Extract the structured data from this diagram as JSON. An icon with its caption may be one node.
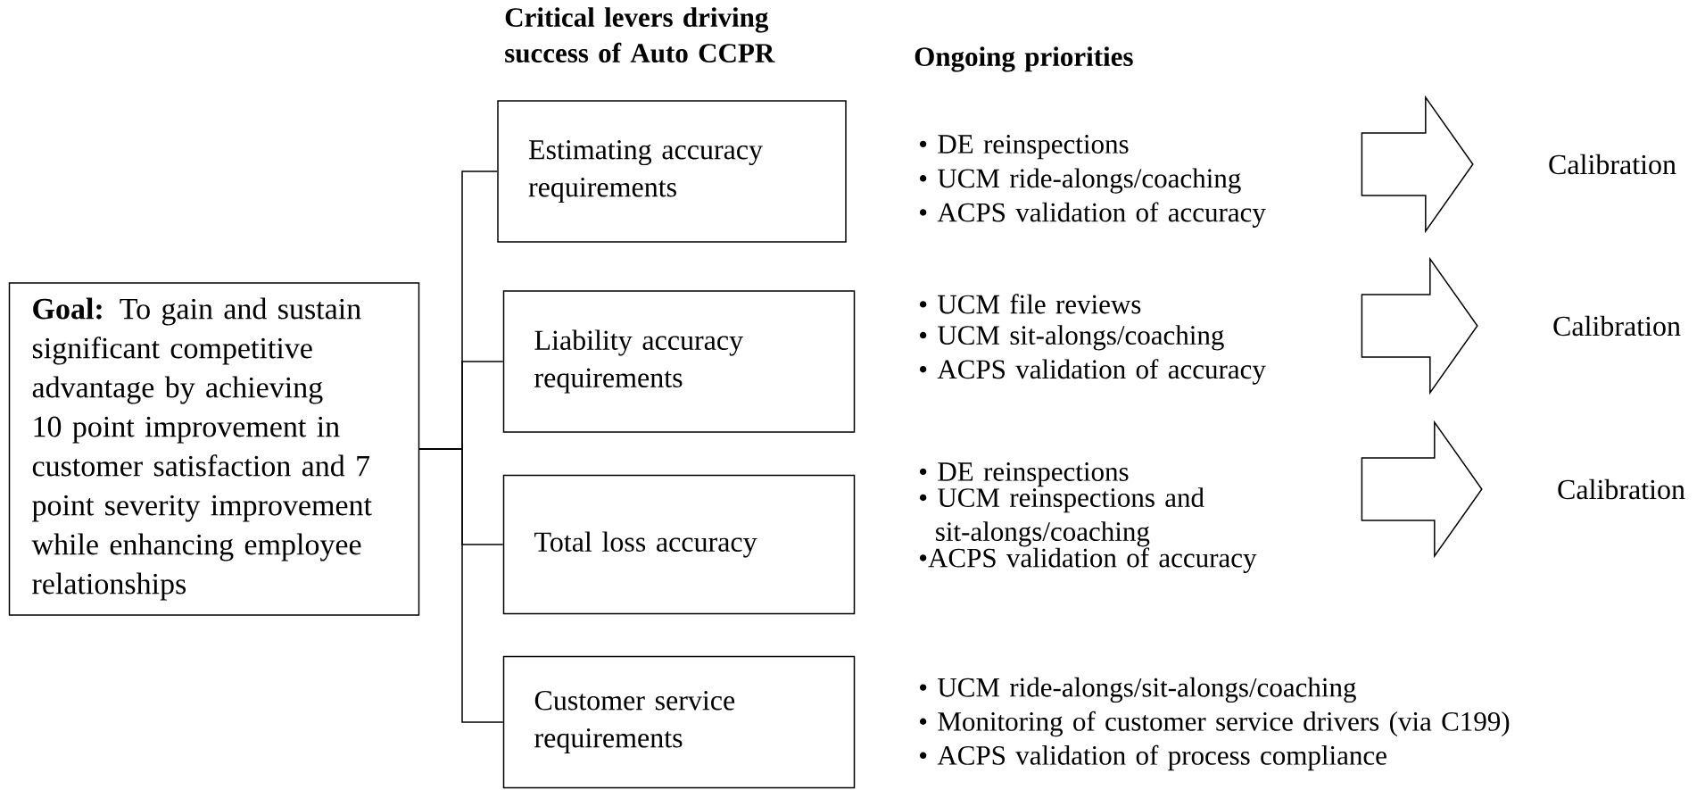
{
  "diagram": {
    "nodes": [
      {
        "text": [
          "**Goal:**  To gain and sustain significant competitive advantage by achieving 10 point improvement in customer satisfaction and 7 point severity improvement while enhancing employee relationships"
        ]
      },
      {
        "text": [
          "Estimating accuracy requirements"
        ]
      },
      {
        "text": [
          "Liability accuracy requirements"
        ]
      },
      {
        "text": [
          "Total loss accuracy"
        ]
      },
      {
        "text": [
          "Customer service requirements"
        ]
      },
      {
        "text": [
          "• DE reinspections",
          "• UCM ride-alongs/coaching",
          "• ACPS validation of accuracy"
        ]
      },
      {
        "text": [
          "• UCM file reviews",
          "• UCM sit-alongs/coaching",
          "• ACPS validation of accuracy"
        ]
      },
      {
        "text": [
          "• DE reinspections",
          "• UCM reinspections and sit-alongs/coaching",
          "•ACPS validation of accuracy"
        ]
      },
      {
        "text": [
          "• UCM ride-alongs/sit-alongs/coaching",
          "• Monitoring of customer service drivers (via C199)",
          "• ACPS validation of process compliance"
        ]
      },
      {
        "text": [
          "Calibration"
        ]
      },
      {
        "text": [
          "Calibration"
        ]
      },
      {
        "text": [
          "Calibration"
        ]
      }
    ],
    "edges": [
      {
        "from": 0,
        "to": 1,
        "arrow": "none"
      },
      {
        "from": 0,
        "to": 2,
        "arrow": "none"
      },
      {
        "from": 0,
        "to": 3,
        "arrow": "none"
      },
      {
        "from": 0,
        "to": 4,
        "arrow": "none"
      },
      {
        "from": 5,
        "to": 9,
        "arrow": "to"
      },
      {
        "from": 6,
        "to": 10,
        "arrow": "to"
      },
      {
        "from": 7,
        "to": 11,
        "arrow": "to"
      }
    ],
    "labels": [
      "Critical levers driving success of Auto CCPR",
      "Ongoing priorities"
    ]
  }
}
